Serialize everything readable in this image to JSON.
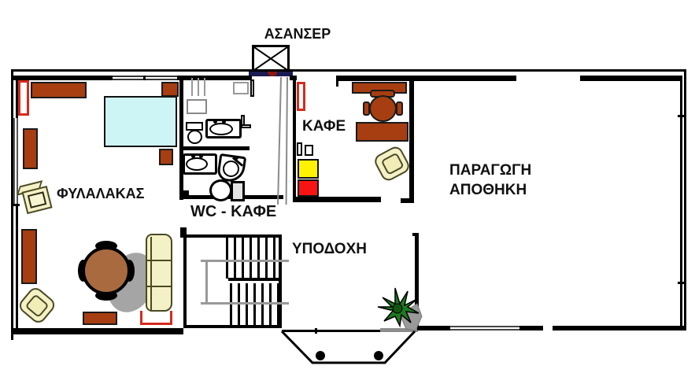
{
  "labels": {
    "elevator": "ΑΣΑΝΣΕΡ",
    "guard_room": "ΦΥΛΑΛΑΚΑΣ",
    "wc_cafe": "WC - ΚΑΦΕ",
    "cafe": "ΚΑΦΕ",
    "reception": "ΥΠΟΔΟΧΗ",
    "production_line1": "ΠΑΡΑΓΩΓΗ",
    "production_line2": "ΑΠΟΘΗΚΗ"
  },
  "colors": {
    "wall": "#000000",
    "furniture_brown": "#A63E11",
    "round_table_brown": "#A96A3F",
    "cream_furniture": "#F5F1C6",
    "cyan_table": "#CDF5F6",
    "yellow_unit": "#FFF200",
    "red_unit": "#F91414",
    "red_window_outline": "#D42B1E",
    "elevator_threshold_navy": "#1B1B52",
    "plant_green": "#1F7A1F",
    "shadow_gray": "#A5A5A5",
    "rail_gray": "#999999"
  },
  "icons": {
    "elevator-x-icon": "crossed-box elevator shaft symbol",
    "plant-icon": "potted plant",
    "stairs-icon": "double-flight staircase",
    "toilet-icon": "toilet top view",
    "sink-icon": "washbasin top view",
    "sofa-icon": "three-seat sofa top view",
    "round-table-icon": "round table with chairs",
    "desk-chair-icon": "desk with office chair",
    "monitor-icon": "guard monitor / safe box",
    "entrance-icon": "entrance steps with posts"
  }
}
